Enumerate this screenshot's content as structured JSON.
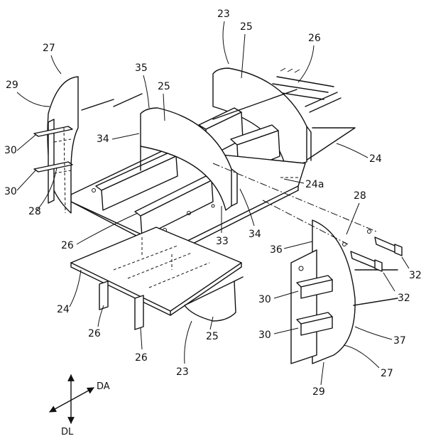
{
  "labels": {
    "l23_top": "23",
    "l25_top": "25",
    "l26_top": "26",
    "l27_left": "27",
    "l35": "35",
    "l25_mid": "25",
    "l29_left": "29",
    "l34_left": "34",
    "l24_right": "24",
    "l30_left_a": "30",
    "l30_left_b": "30",
    "l28_left": "28",
    "l24a": "24a",
    "l28_right": "28",
    "l26_mid": "26",
    "l33": "33",
    "l34_mid": "34",
    "l36": "36",
    "l32_a": "32",
    "l32_b": "32",
    "l24_bottom": "24",
    "l30_right_a": "30",
    "l30_right_b": "30",
    "l26_bl": "26",
    "l26_bm": "26",
    "l25_bottom": "25",
    "l37": "37",
    "l23_bottom": "23",
    "l27_right": "27",
    "l29_right": "29"
  },
  "directions": {
    "da": "DA",
    "dl": "DL"
  }
}
